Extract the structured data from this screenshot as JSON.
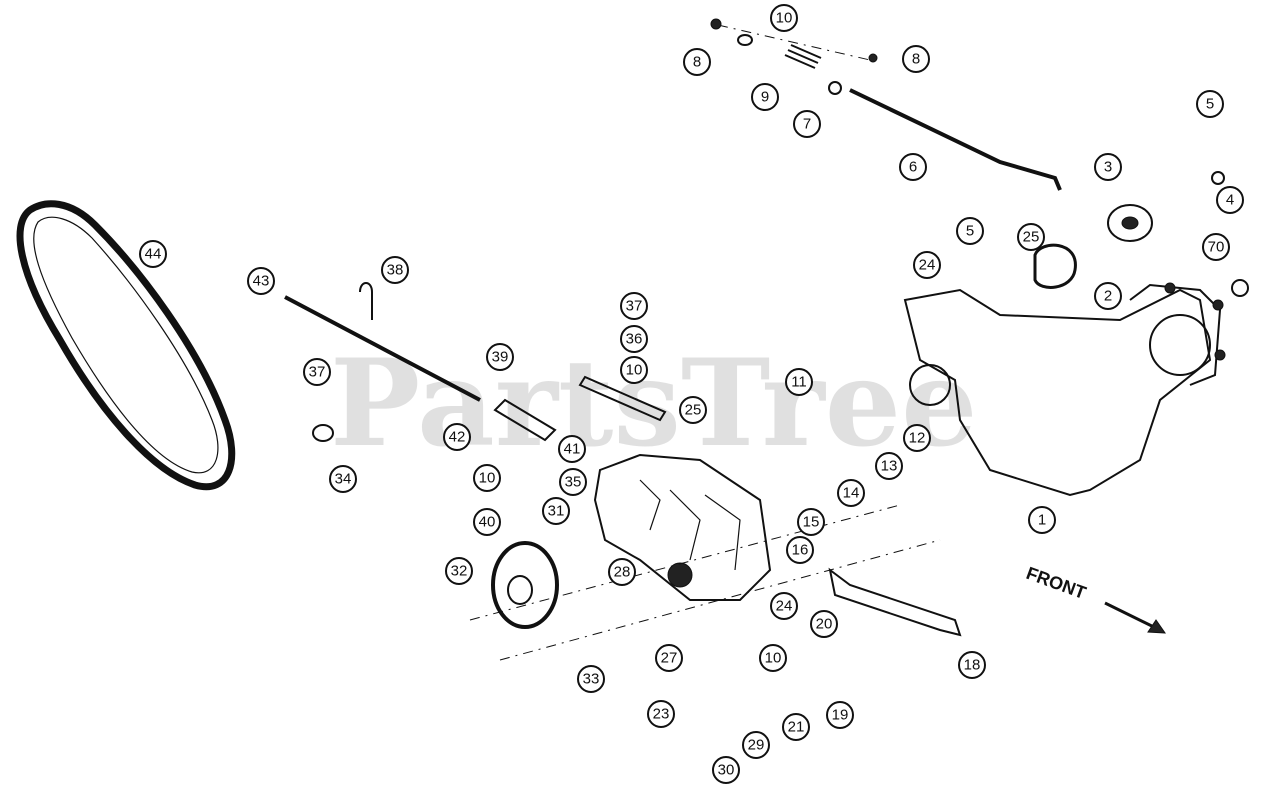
{
  "diagram": {
    "watermark": "PartsTree",
    "direction_label": "FRONT",
    "callouts": [
      {
        "id": "c8a",
        "label": "8"
      },
      {
        "id": "c10a",
        "label": "10"
      },
      {
        "id": "c9",
        "label": "9"
      },
      {
        "id": "c7",
        "label": "7"
      },
      {
        "id": "c8b",
        "label": "8"
      },
      {
        "id": "c5a",
        "label": "5"
      },
      {
        "id": "c6",
        "label": "6"
      },
      {
        "id": "c3",
        "label": "3"
      },
      {
        "id": "c4",
        "label": "4"
      },
      {
        "id": "c5b",
        "label": "5"
      },
      {
        "id": "c24a",
        "label": "24"
      },
      {
        "id": "c25a",
        "label": "25"
      },
      {
        "id": "c2",
        "label": "2"
      },
      {
        "id": "c70",
        "label": "70"
      },
      {
        "id": "c44",
        "label": "44"
      },
      {
        "id": "c43",
        "label": "43"
      },
      {
        "id": "c38",
        "label": "38"
      },
      {
        "id": "c37a",
        "label": "37"
      },
      {
        "id": "c37b",
        "label": "37"
      },
      {
        "id": "c36",
        "label": "36"
      },
      {
        "id": "c10b",
        "label": "10"
      },
      {
        "id": "c39",
        "label": "39"
      },
      {
        "id": "c25b",
        "label": "25"
      },
      {
        "id": "c11",
        "label": "11"
      },
      {
        "id": "c12",
        "label": "12"
      },
      {
        "id": "c42",
        "label": "42"
      },
      {
        "id": "c41",
        "label": "41"
      },
      {
        "id": "c13",
        "label": "13"
      },
      {
        "id": "c34",
        "label": "34"
      },
      {
        "id": "c10c",
        "label": "10"
      },
      {
        "id": "c35",
        "label": "35"
      },
      {
        "id": "c14",
        "label": "14"
      },
      {
        "id": "c1",
        "label": "1"
      },
      {
        "id": "c40",
        "label": "40"
      },
      {
        "id": "c31",
        "label": "31"
      },
      {
        "id": "c15",
        "label": "15"
      },
      {
        "id": "c16",
        "label": "16"
      },
      {
        "id": "c32",
        "label": "32"
      },
      {
        "id": "c28",
        "label": "28"
      },
      {
        "id": "c24b",
        "label": "24"
      },
      {
        "id": "c20",
        "label": "20"
      },
      {
        "id": "c18",
        "label": "18"
      },
      {
        "id": "c27",
        "label": "27"
      },
      {
        "id": "c10d",
        "label": "10"
      },
      {
        "id": "c33",
        "label": "33"
      },
      {
        "id": "c23",
        "label": "23"
      },
      {
        "id": "c21",
        "label": "21"
      },
      {
        "id": "c19",
        "label": "19"
      },
      {
        "id": "c29",
        "label": "29"
      },
      {
        "id": "c30",
        "label": "30"
      }
    ]
  }
}
